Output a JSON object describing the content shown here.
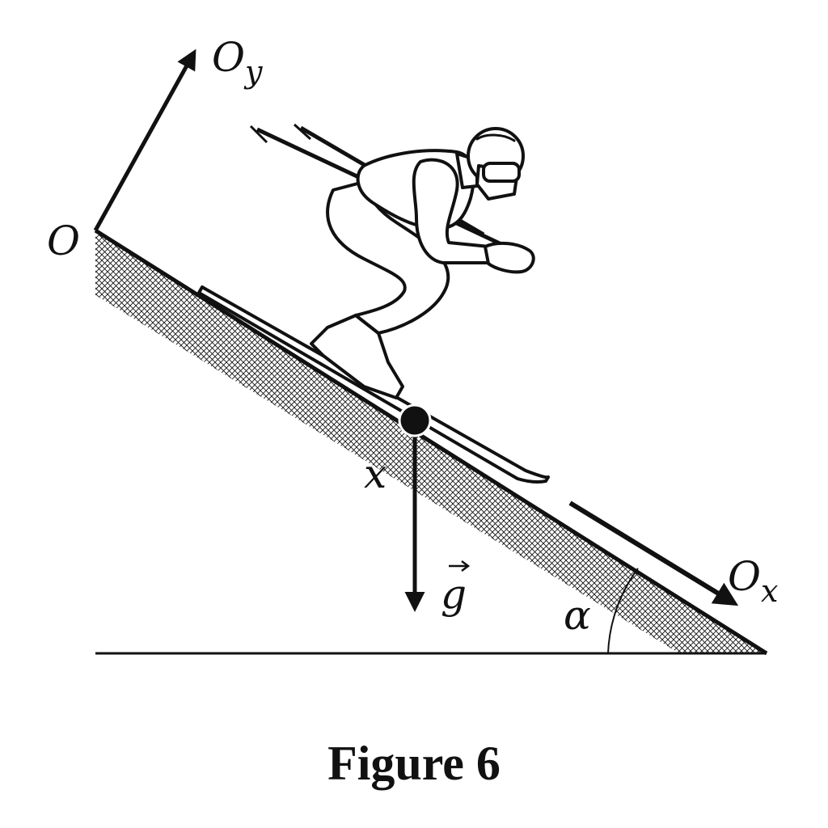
{
  "figure": {
    "caption": "Figure 6",
    "labels": {
      "origin": "O",
      "axis_y": "O",
      "axis_y_sub": "y",
      "axis_x": "O",
      "axis_x_sub": "x",
      "position": "x",
      "gravity": "g",
      "angle": "α"
    },
    "colors": {
      "ink": "#111111",
      "hatch": "#111111",
      "background": "#ffffff"
    }
  }
}
